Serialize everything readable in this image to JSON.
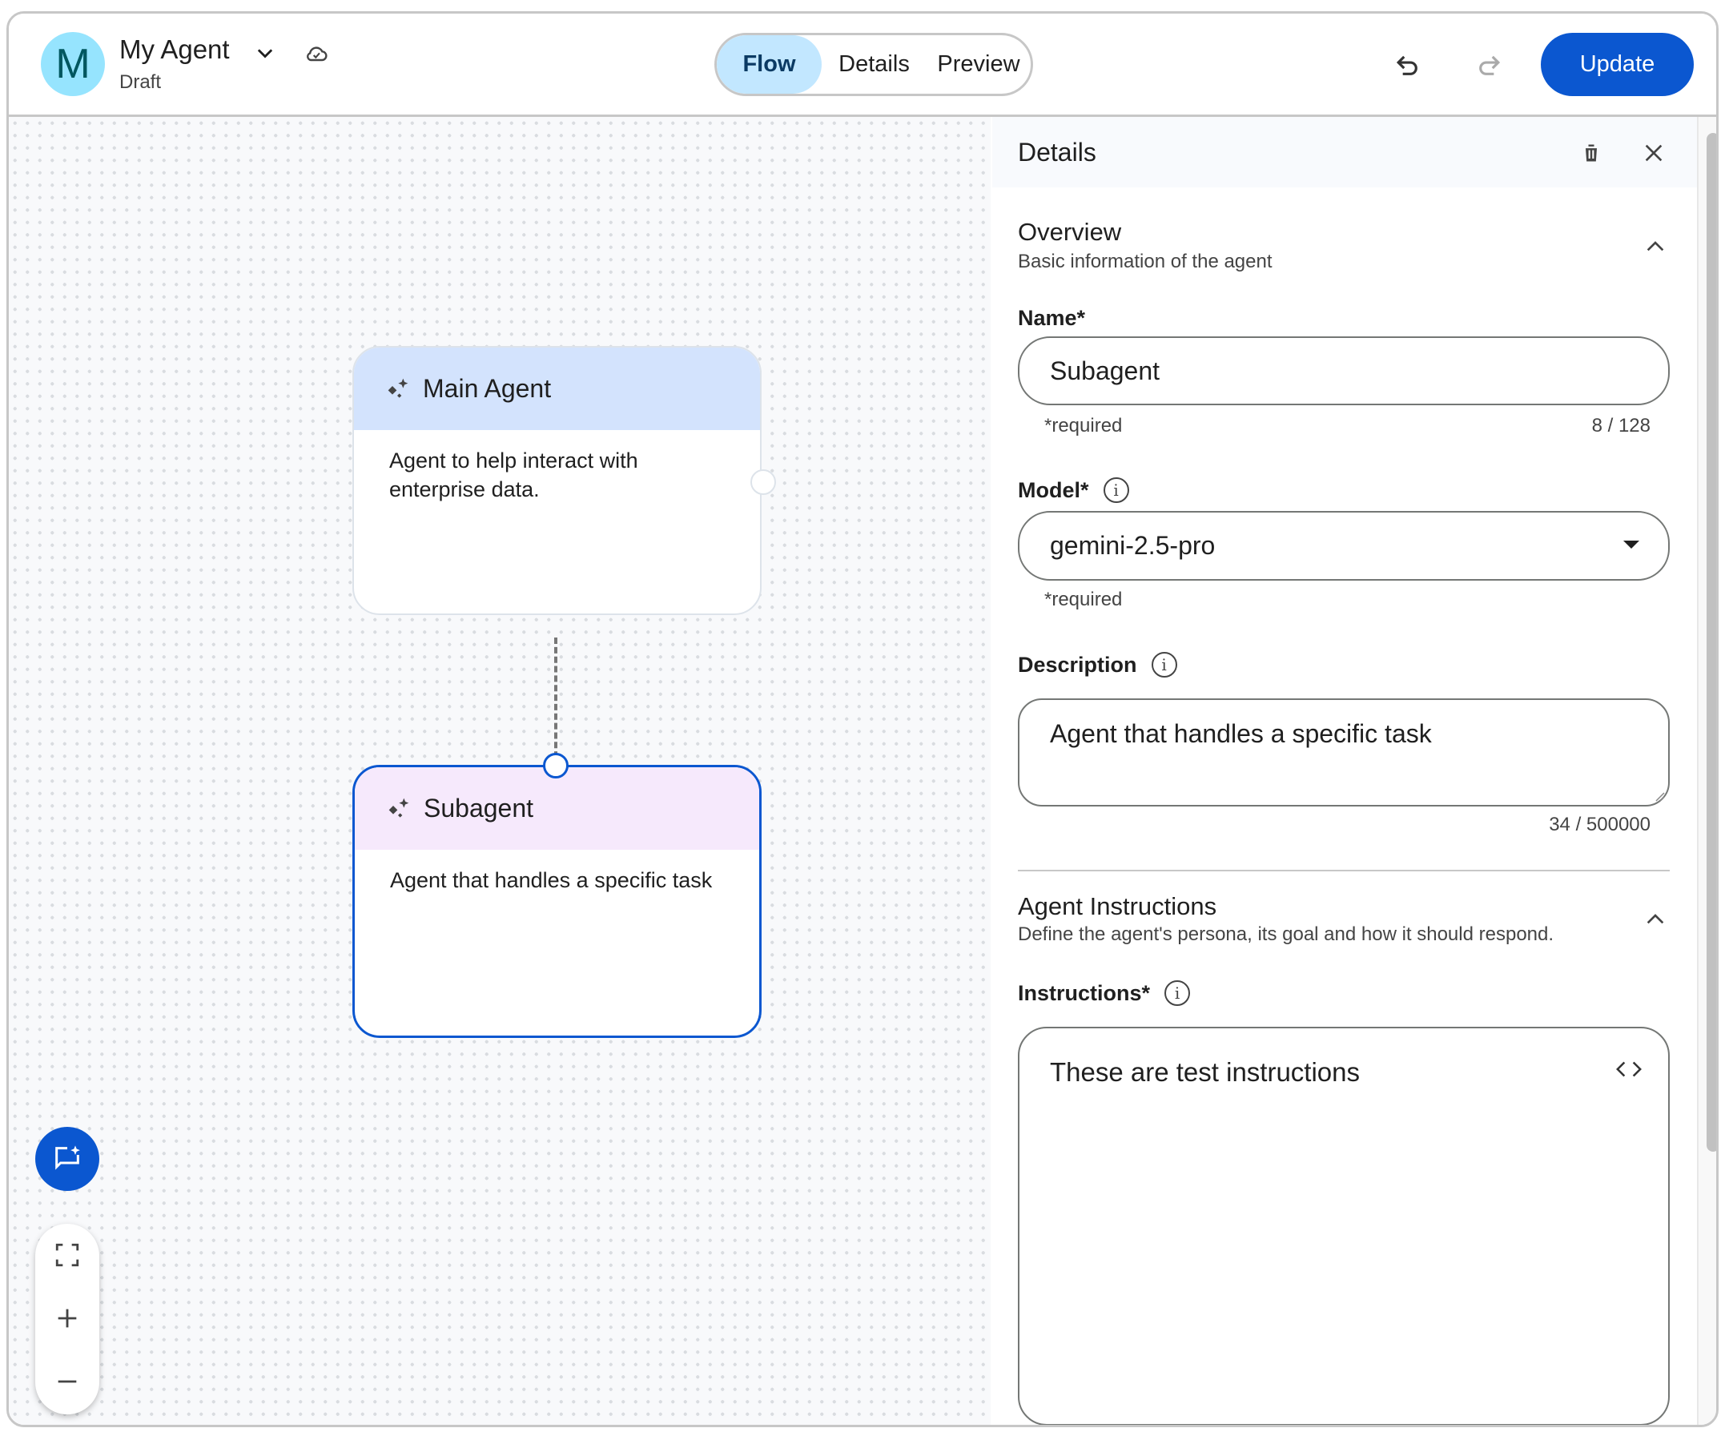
{
  "header": {
    "avatar_letter": "M",
    "title": "My Agent",
    "subtitle": "Draft",
    "tabs": [
      {
        "label": "Flow",
        "active": true
      },
      {
        "label": "Details"
      },
      {
        "label": "Preview"
      }
    ],
    "update_label": "Update"
  },
  "canvas": {
    "nodes": [
      {
        "title": "Main Agent",
        "description": "Agent to help interact with enterprise data."
      },
      {
        "title": "Subagent",
        "description": "Agent that handles a specific task",
        "selected": true
      }
    ]
  },
  "panel": {
    "title": "Details",
    "overview": {
      "title": "Overview",
      "subtitle": "Basic information of the agent",
      "name_label": "Name*",
      "name_value": "Subagent",
      "name_hint": "*required",
      "name_count": "8 / 128",
      "model_label": "Model*",
      "model_value": "gemini-2.5-pro",
      "model_hint": "*required",
      "description_label": "Description",
      "description_value": "Agent that handles a specific task",
      "description_count": "34 / 500000"
    },
    "instructions": {
      "title": "Agent Instructions",
      "subtitle": "Define the agent's persona, its goal and how it should respond.",
      "label": "Instructions*",
      "value": "These are test instructions"
    }
  },
  "colors": {
    "accent": "#0b57d0",
    "main_node_header": "#d3e3fd",
    "subagent_header": "#f6e9fc",
    "avatar": "#96e4fe"
  }
}
